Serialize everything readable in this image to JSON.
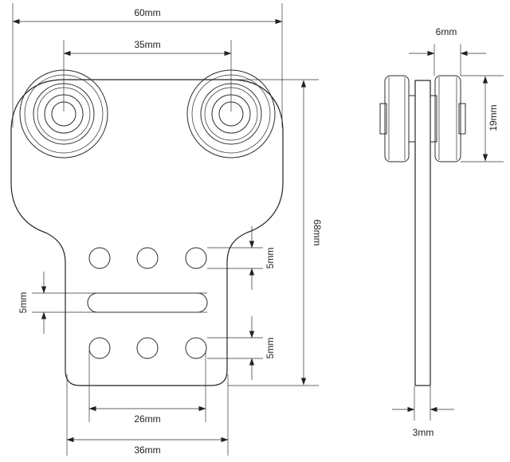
{
  "dimensions": {
    "overall_width": "60mm",
    "wheel_spacing": "35mm",
    "height": "68mm",
    "hole_gap_top": "5mm",
    "slot_height": "5mm",
    "hole_gap_bottom": "5mm",
    "hole_span": "26mm",
    "base_width": "36mm",
    "wheel_width": "6mm",
    "wheel_diameter": "19mm",
    "plate_thickness": "3mm"
  }
}
